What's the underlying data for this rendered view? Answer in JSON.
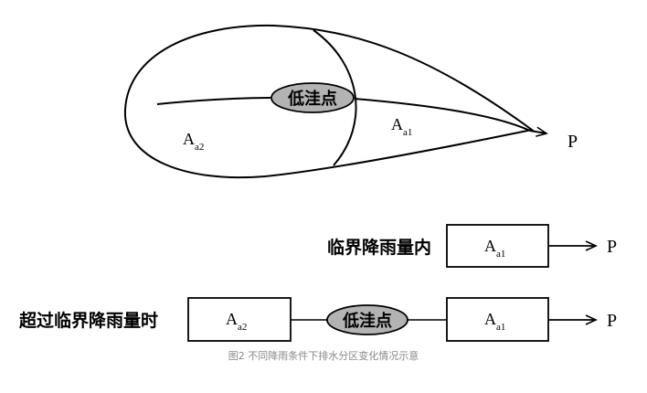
{
  "top_diagram": {
    "label_low_point": "低洼点",
    "area_a2": {
      "main": "A",
      "sub": "a2"
    },
    "area_a1": {
      "main": "A",
      "sub": "a1"
    },
    "outlet": "P"
  },
  "row_within": {
    "label": "临界降雨量内",
    "box": {
      "main": "A",
      "sub": "a1"
    },
    "outlet": "P"
  },
  "row_exceed": {
    "label": "超过临界降雨量时",
    "box_a2": {
      "main": "A",
      "sub": "a2"
    },
    "low_point": "低洼点",
    "box_a1": {
      "main": "A",
      "sub": "a1"
    },
    "outlet": "P"
  },
  "caption": "图2 不同降雨条件下排水分区变化情况示意"
}
